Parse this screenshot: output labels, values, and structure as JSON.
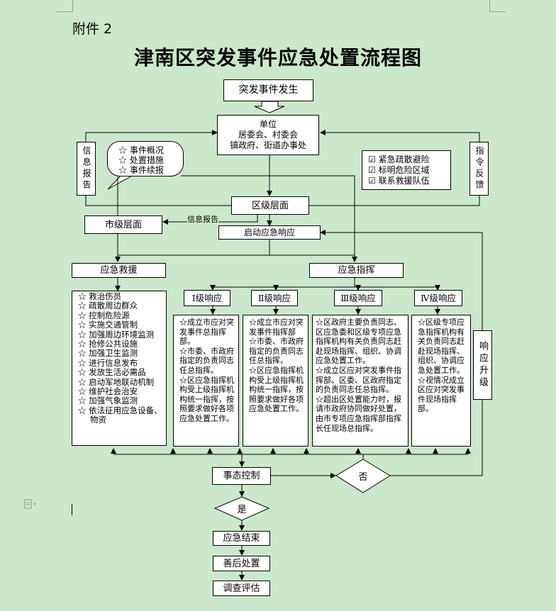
{
  "attachment_label": "附件 2",
  "title": "津南区突发事件应急处置流程图",
  "nodes": {
    "event_occurs": "突发事件发生",
    "unit": [
      "单位",
      "居委会、村委会",
      "镇政府、街道办事处"
    ],
    "info_report_vertical": "信息报告",
    "command_feedback_vertical": "指令反馈",
    "report_items": [
      "☆ 事件概况",
      "☆ 处置措施",
      "☆ 事件续报"
    ],
    "urgent_items": [
      "☑ 紧急疏散避险",
      "☑ 标明危险区域",
      "☑ 联系救援队伍"
    ],
    "district_level": "区级层面",
    "info_report_label": "信息报告",
    "city_level": "市级层面",
    "start_response": "启动应急响应",
    "rescue": "应急救援",
    "command": "应急指挥",
    "rescue_items": [
      "☆ 救治伤员",
      "☆ 疏散周边群众",
      "☆ 控制危险源",
      "☆ 实施交通管制",
      "☆ 加强周边环境监测",
      "☆ 抢修公共设施",
      "☆ 加强卫生监测",
      "☆ 进行信息发布",
      "☆ 发放生活必需品",
      "☆ 启动军地联动机制",
      "☆ 维护社会治安",
      "☆ 加强气象监测",
      "☆ 依法征用应急设备、",
      "物资"
    ],
    "levels": [
      {
        "label": "Ⅰ级响应",
        "text": [
          "☆成立市应对突发事件总指挥部。",
          "☆市委、市政府指定的负责同志任总指挥。",
          "☆区应急指挥机构受上级指挥机构统一指挥，按照要求做好各项应急处置工作。"
        ]
      },
      {
        "label": "Ⅱ级响应",
        "text": [
          "☆成立市应对突发事件指挥部",
          "☆市委、市政府指定的负责同志任总指挥。",
          "☆区应急指挥机构受上级指挥机构统一指挥，按照要求做好各项应急处置工作。"
        ]
      },
      {
        "label": "Ⅲ级响应",
        "text": [
          "☆区政府主要负责同志、区应急委和区级专项应急指挥机构有关负责同志赶赴现场指挥、组织、协调应急处置工作。",
          "☆成立区应对突发事件指挥部。区委、区政府指定的负责同志任总指挥。",
          "☆超出区处置能力时，报请市政府协同做好处置，由市专项应急指挥部指挥长任现场总指挥。"
        ]
      },
      {
        "label": "Ⅳ级响应",
        "text": [
          "☆区级专项应急指挥机构有关负责同志赶赴现场指挥、组织、协调应急处置工作。",
          "☆视情况成立区应对突发事件现场指挥部。"
        ]
      }
    ],
    "upgrade_vertical": "响应升级",
    "situation_control": "事态控制",
    "no": "否",
    "yes": "是",
    "end": "应急结束",
    "aftermath": "善后处置",
    "investigation": "调查评估"
  },
  "colors": {
    "background": "#cce8cc",
    "box": "#ffffff",
    "line": "#000000"
  }
}
